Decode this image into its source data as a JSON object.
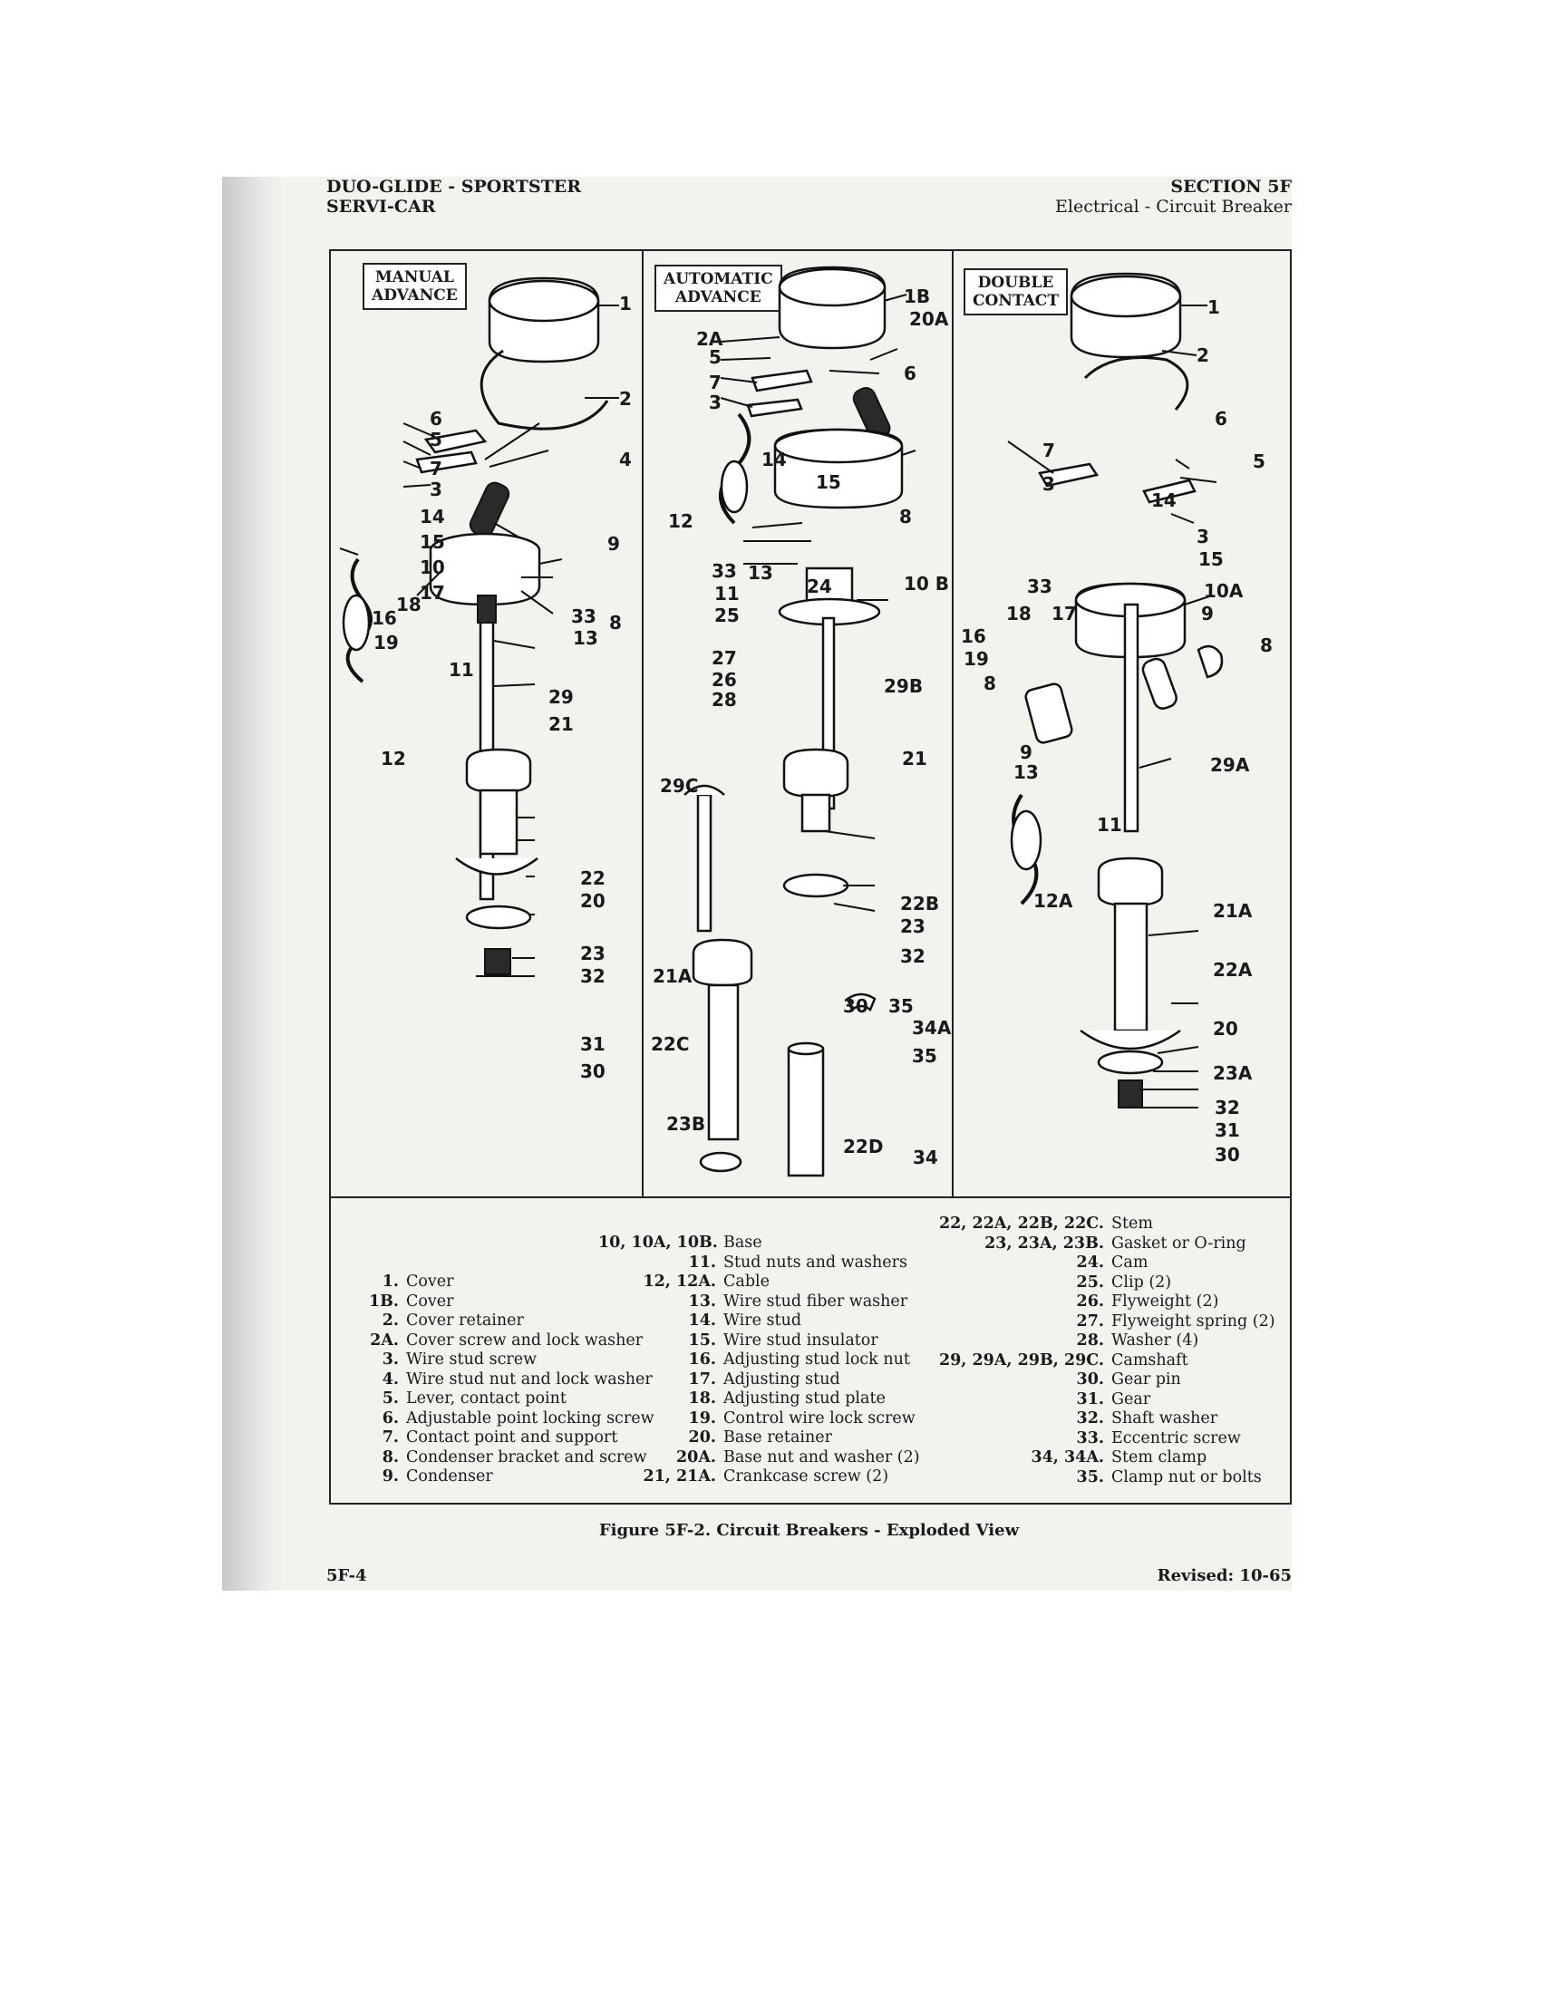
{
  "header": {
    "left_line1": "DUO-GLIDE - SPORTSTER",
    "left_line2": "SERVI-CAR",
    "right_line1": "SECTION 5F",
    "right_line2": "Electrical - Circuit Breaker"
  },
  "panels": [
    {
      "label_line1": "MANUAL",
      "label_line2": "ADVANCE"
    },
    {
      "label_line1": "AUTOMATIC",
      "label_line2": "ADVANCE"
    },
    {
      "label_line1": "DOUBLE",
      "label_line2": "CONTACT"
    }
  ],
  "callouts": {
    "manual": [
      "1",
      "2",
      "6",
      "5",
      "4",
      "7",
      "3",
      "14",
      "15",
      "9",
      "10",
      "17",
      "18",
      "16",
      "19",
      "33",
      "8",
      "13",
      "11",
      "29",
      "21",
      "12",
      "22",
      "20",
      "23",
      "32",
      "31",
      "30"
    ],
    "automatic": [
      "1B",
      "20A",
      "2A",
      "5",
      "6",
      "7",
      "3",
      "14",
      "15",
      "8",
      "12",
      "33",
      "11",
      "25",
      "24",
      "10 B",
      "13",
      "27",
      "26",
      "28",
      "29B",
      "21",
      "29C",
      "22B",
      "23",
      "32",
      "21A",
      "30",
      "35",
      "34A",
      "35",
      "22C",
      "23B",
      "22D",
      "34"
    ],
    "double": [
      "1",
      "2",
      "6",
      "5",
      "7",
      "3",
      "14",
      "3",
      "15",
      "33",
      "10A",
      "18",
      "17",
      "9",
      "8",
      "16",
      "19",
      "8",
      "9",
      "13",
      "29A",
      "11",
      "12A",
      "21A",
      "22A",
      "20",
      "23A",
      "32",
      "31",
      "30"
    ]
  },
  "legend": {
    "col1": [
      {
        "num": "1.",
        "text": "Cover"
      },
      {
        "num": "1B.",
        "text": "Cover"
      },
      {
        "num": "2.",
        "text": "Cover retainer"
      },
      {
        "num": "2A.",
        "text": "Cover screw and lock washer"
      },
      {
        "num": "3.",
        "text": "Wire stud screw"
      },
      {
        "num": "4.",
        "text": "Wire stud nut and lock washer"
      },
      {
        "num": "5.",
        "text": "Lever, contact point"
      },
      {
        "num": "6.",
        "text": "Adjustable point locking screw"
      },
      {
        "num": "7.",
        "text": "Contact point and support"
      },
      {
        "num": "8.",
        "text": "Condenser bracket and screw"
      },
      {
        "num": "9.",
        "text": "Condenser"
      }
    ],
    "col2": [
      {
        "num": "10, 10A, 10B.",
        "text": "Base"
      },
      {
        "num": "11.",
        "text": "Stud nuts and washers"
      },
      {
        "num": "12, 12A.",
        "text": "Cable"
      },
      {
        "num": "13.",
        "text": "Wire stud fiber washer"
      },
      {
        "num": "14.",
        "text": "Wire stud"
      },
      {
        "num": "15.",
        "text": "Wire stud insulator"
      },
      {
        "num": "16.",
        "text": "Adjusting stud lock nut"
      },
      {
        "num": "17.",
        "text": "Adjusting stud"
      },
      {
        "num": "18.",
        "text": "Adjusting stud plate"
      },
      {
        "num": "19.",
        "text": "Control wire lock screw"
      },
      {
        "num": "20.",
        "text": "Base retainer"
      },
      {
        "num": "20A.",
        "text": "Base nut and washer (2)"
      },
      {
        "num": "21, 21A.",
        "text": "Crankcase screw (2)"
      }
    ],
    "col3": [
      {
        "num": "22, 22A, 22B, 22C.",
        "text": "Stem"
      },
      {
        "num": "23, 23A, 23B.",
        "text": "Gasket or O-ring"
      },
      {
        "num": "24.",
        "text": "Cam"
      },
      {
        "num": "25.",
        "text": "Clip (2)"
      },
      {
        "num": "26.",
        "text": "Flyweight (2)"
      },
      {
        "num": "27.",
        "text": "Flyweight spring (2)"
      },
      {
        "num": "28.",
        "text": "Washer (4)"
      },
      {
        "num": "29, 29A, 29B, 29C.",
        "text": "Camshaft"
      },
      {
        "num": "30.",
        "text": "Gear pin"
      },
      {
        "num": "31.",
        "text": "Gear"
      },
      {
        "num": "32.",
        "text": "Shaft washer"
      },
      {
        "num": "33.",
        "text": "Eccentric screw"
      },
      {
        "num": "34, 34A.",
        "text": "Stem clamp"
      },
      {
        "num": "35.",
        "text": "Clamp nut or bolts"
      }
    ]
  },
  "caption": "Figure 5F-2. Circuit Breakers - Exploded View",
  "footer": {
    "page": "5F-4",
    "revised": "Revised: 10-65"
  }
}
